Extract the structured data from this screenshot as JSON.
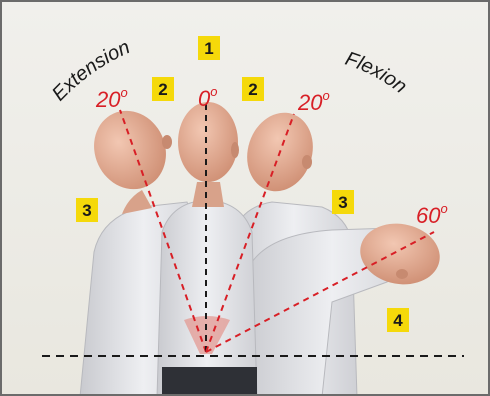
{
  "labels": {
    "extension": "Extension",
    "flexion": "Flexion"
  },
  "angles": [
    {
      "value": "20",
      "unit": "o"
    },
    {
      "value": "0",
      "unit": "o"
    },
    {
      "value": "20",
      "unit": "o"
    },
    {
      "value": "60",
      "unit": "o"
    }
  ],
  "zones": [
    "1",
    "2",
    "2",
    "3",
    "3",
    "4"
  ],
  "colors": {
    "accent_red": "#d81f26",
    "badge_yellow": "#f5d90a",
    "skin": "#e8b49c",
    "shirt": "#e4e5e8"
  }
}
